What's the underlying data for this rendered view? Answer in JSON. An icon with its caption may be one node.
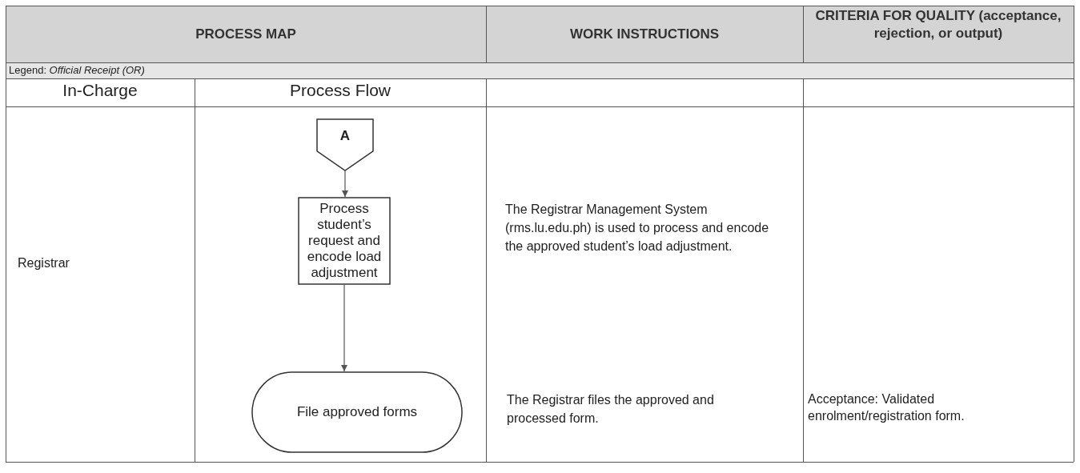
{
  "diagram": {
    "nodes": [
      {
        "text": [
          "A"
        ]
      },
      {
        "text": [
          "Process student’s request and encode load adjustment"
        ]
      },
      {
        "text": [
          "File approved forms"
        ]
      }
    ],
    "edges": [
      {
        "from": 0,
        "to": 1,
        "arrow": "to"
      },
      {
        "from": 1,
        "to": 2,
        "arrow": "to"
      }
    ],
    "labels": [
      "PROCESS MAP",
      "WORK INSTRUCTIONS",
      "CRITERIA FOR QUALITY (acceptance, rejection, or output)",
      "Legend: *Official Receipt (OR)*",
      "In-Charge",
      "Process Flow",
      "Registrar",
      "The Registrar Management System (rms.lu.edu.ph) is used to process and encode the approved student’s load adjustment.",
      "The Registrar files the approved and processed form.",
      "Acceptance: Validated enrolment/registration form."
    ]
  }
}
